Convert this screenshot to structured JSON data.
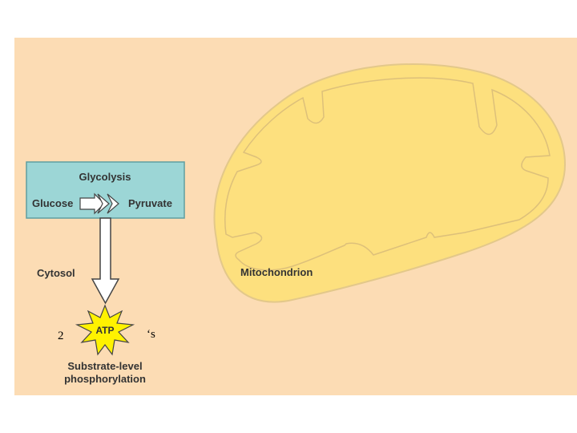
{
  "glycolysis": {
    "title": "Glycolysis",
    "input": "Glucose",
    "output": "Pyruvate"
  },
  "cytosol_label": "Cytosol",
  "mitochondrion_label": "Mitochondrion",
  "atp": {
    "count": "2",
    "label": "ATP",
    "suffix": "‘s"
  },
  "process_label": {
    "line1": "Substrate-level",
    "line2": "phosphorylation"
  },
  "colors": {
    "background": "#fcdcb4",
    "glycolysis_box": "#9cd6d6",
    "mitochondrion": "#fde07e",
    "atp_burst": "#fff200"
  }
}
